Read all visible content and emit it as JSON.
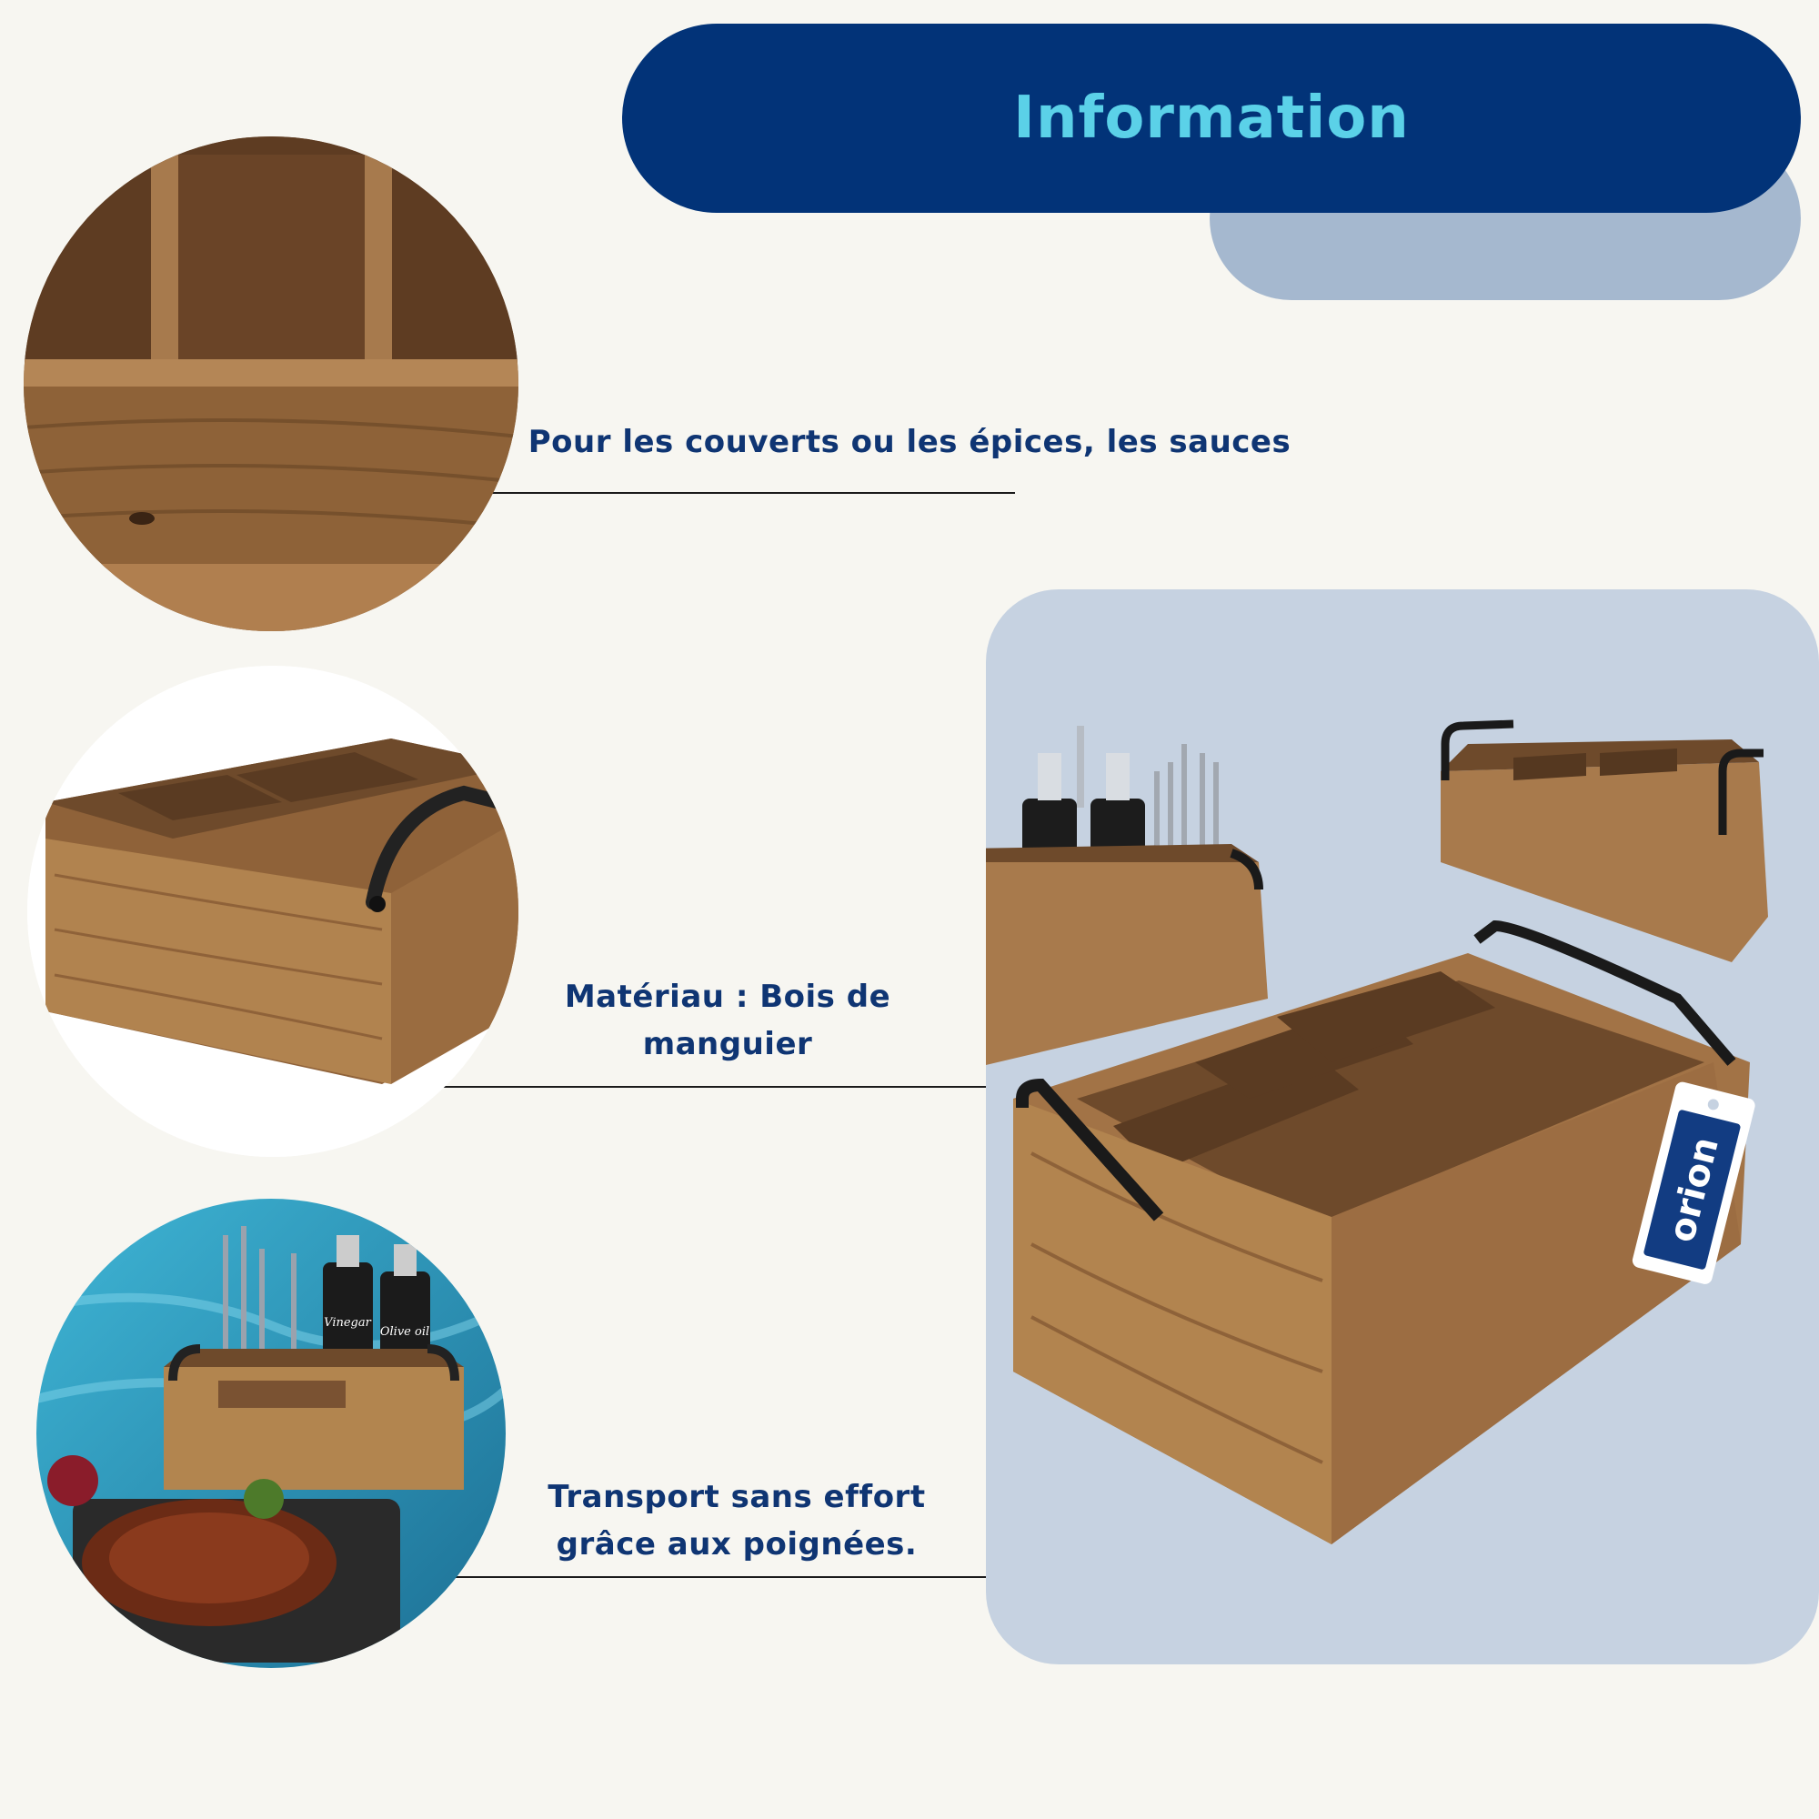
{
  "header": {
    "title": "Information"
  },
  "features": [
    {
      "text": "Pour les couverts ou les épices, les sauces"
    },
    {
      "text_line1": "Matériau : Bois de",
      "text_line2": "manguier"
    },
    {
      "text_line1": "Transport sans effort",
      "text_line2": "grâce aux poignées."
    }
  ],
  "brand": {
    "tag_text": "orion"
  },
  "bottles": {
    "vinegar_label": "Vinegar",
    "olive_oil_label": "Olive oil"
  },
  "colors": {
    "navy": "#023378",
    "cyan_title": "#5bd1e8",
    "text_navy": "#0f3573",
    "panel_blue": "#c6d2e1",
    "shadow_blue": "#a5b8cf",
    "wood": "#a87a4c",
    "background": "#f7f6f1"
  }
}
